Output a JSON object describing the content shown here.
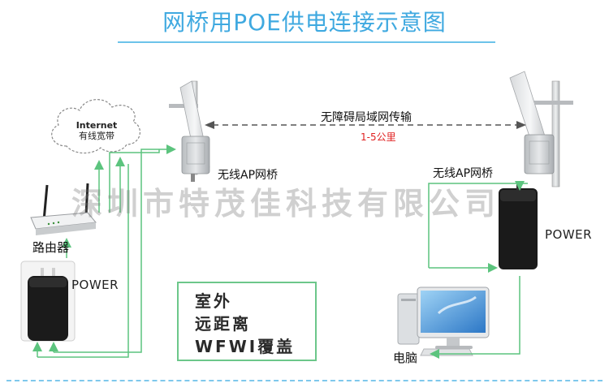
{
  "title": "网桥用POE供电连接示意图",
  "cloud": {
    "line1": "Internet",
    "line2": "有线宽带"
  },
  "link": {
    "label": "无障碍局域网传输",
    "distance": "1-5公里"
  },
  "left_ap_label": "无线AP网桥",
  "right_ap_label": "无线AP网桥",
  "router_label": "路由器",
  "left_power_label": "POWER",
  "right_power_label": "POWER",
  "pc_label": "电脑",
  "watermark": "深圳市特茂佳科技有限公司",
  "feature": {
    "line1": "室外",
    "line2": "远距离",
    "line3": "WFWI覆盖"
  },
  "colors": {
    "title": "#3fa9e0",
    "connector": "#5cc47e",
    "distance": "#e02020"
  }
}
